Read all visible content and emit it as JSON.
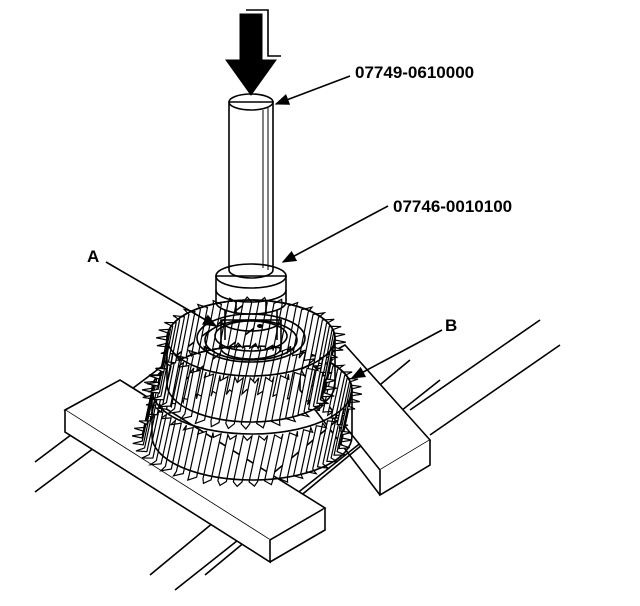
{
  "labels": {
    "driver_tool": "07749-0610000",
    "attachment_tool": "07746-0010100",
    "part_a": "A",
    "part_b": "B"
  },
  "colors": {
    "line": "#000000",
    "background": "#ffffff",
    "fill": "#ffffff"
  }
}
